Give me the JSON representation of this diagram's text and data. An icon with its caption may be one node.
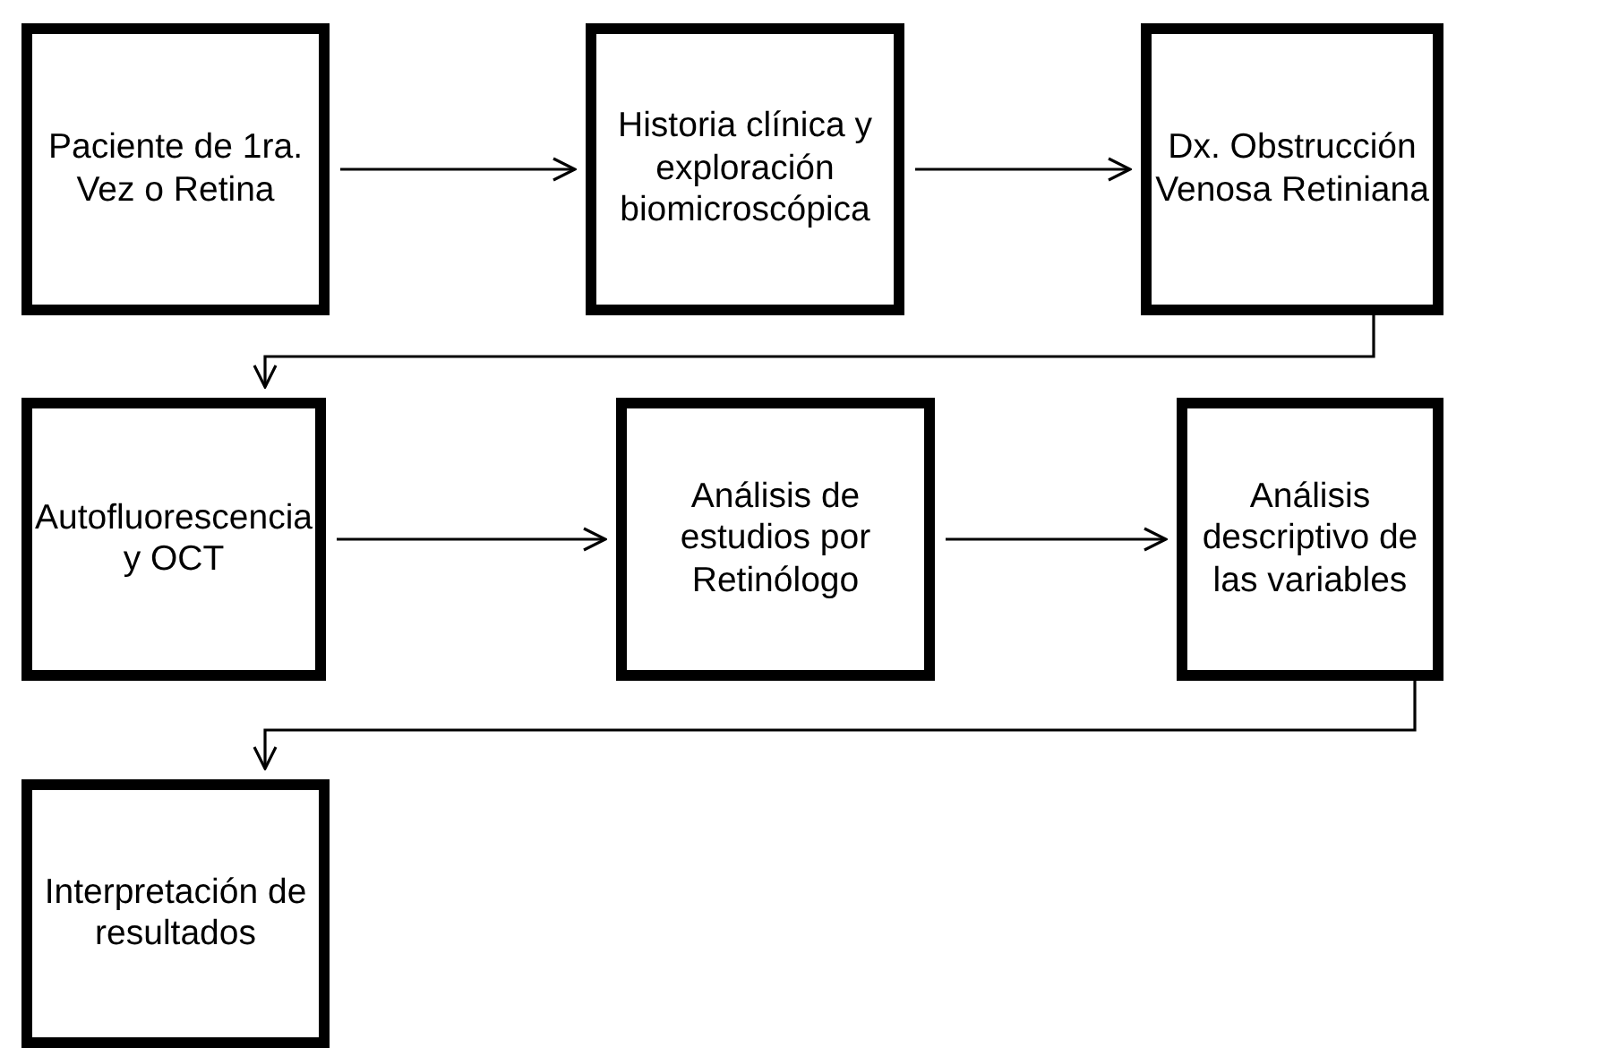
{
  "diagram": {
    "nodes": [
      {
        "text": [
          "Paciente de 1ra. Vez o Retina"
        ]
      },
      {
        "text": [
          "Historia clínica y exploración biomicroscópica"
        ]
      },
      {
        "text": [
          "Dx. Obstrucción Venosa Retiniana"
        ]
      },
      {
        "text": [
          "Autofluorescencia y OCT"
        ]
      },
      {
        "text": [
          "Análisis de estudios por Retinólogo"
        ]
      },
      {
        "text": [
          "Análisis descriptivo de las variables"
        ]
      },
      {
        "text": [
          "Interpretación de resultados"
        ]
      }
    ],
    "edges": [
      {
        "from": 0,
        "to": 1,
        "arrow": "to"
      },
      {
        "from": 1,
        "to": 2,
        "arrow": "to"
      },
      {
        "from": 2,
        "to": 3,
        "arrow": "to"
      },
      {
        "from": 3,
        "to": 4,
        "arrow": "to"
      },
      {
        "from": 4,
        "to": 5,
        "arrow": "to"
      },
      {
        "from": 5,
        "to": 6,
        "arrow": "to"
      }
    ]
  }
}
